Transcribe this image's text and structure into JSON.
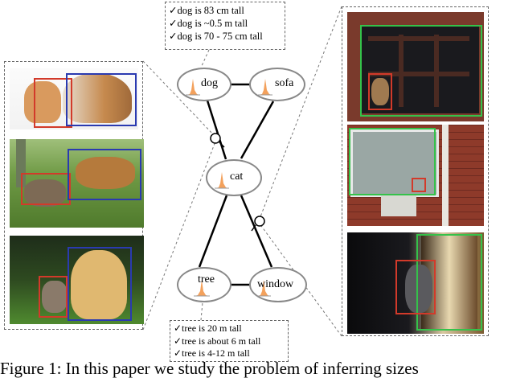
{
  "graph": {
    "nodes": {
      "dog": "dog",
      "sofa": "sofa",
      "cat": "cat",
      "tree": "tree",
      "window": "window"
    }
  },
  "facts": {
    "dog": [
      "✓dog is 83 cm tall",
      "✓dog is ~0.5 m tall",
      "✓dog is 70 - 75 cm tall"
    ],
    "tree": [
      "✓tree is 20 m tall",
      "✓tree is about 6 m tall",
      "✓tree is 4-12 m tall"
    ]
  },
  "caption": "Figure 1: In this paper we study the problem of inferring sizes",
  "colors": {
    "cat_box": "#d23a2a",
    "dog_box": "#2a3ab0",
    "window_box": "#35c24a",
    "distribution": "#f3a15c"
  }
}
